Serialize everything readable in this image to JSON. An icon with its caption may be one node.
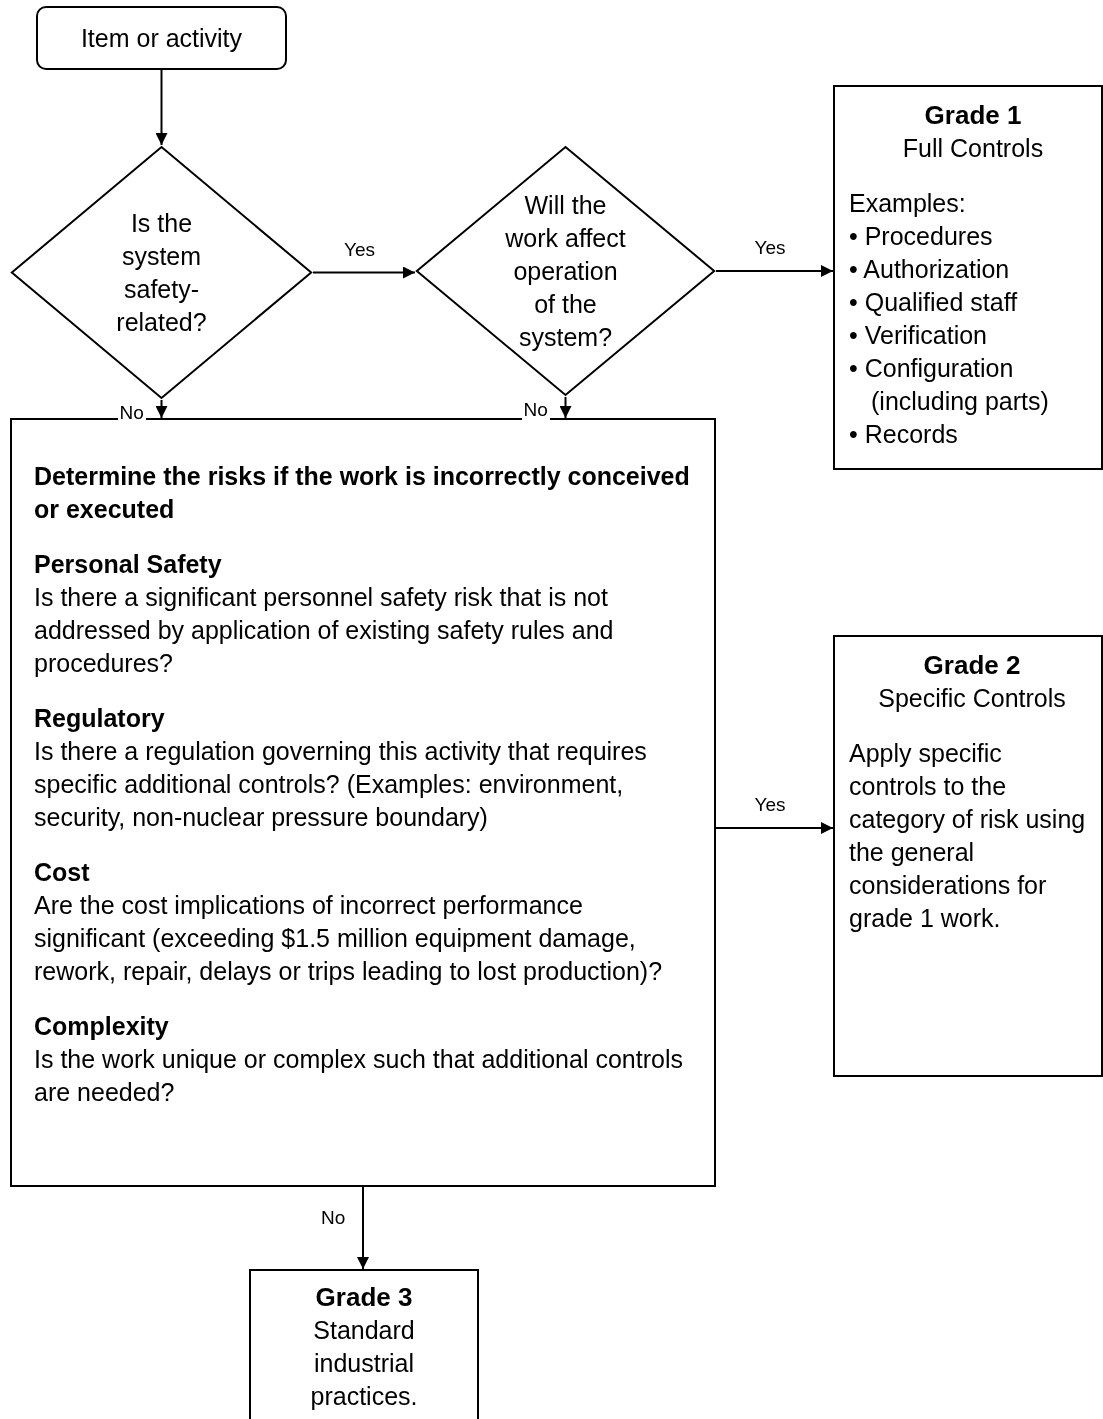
{
  "diagram": {
    "nodes": [
      {
        "text": [
          "Item or activity"
        ]
      },
      {
        "text": [
          "Is the system safety-related?"
        ]
      },
      {
        "text": [
          "Will the work affect operation of the system?"
        ]
      },
      {
        "text": [
          "Grade 1",
          "Full Controls",
          "Examples:",
          "• Procedures",
          "• Authorization",
          "• Qualified staff",
          "• Verification",
          "• Configuration (including parts)",
          "• Records"
        ]
      },
      {
        "text": [
          "Determine the risks if the work is incorrectly conceived or executed",
          "Personal Safety",
          "Is there a significant personnel safety risk that is not addressed by application of existing safety rules and procedures?",
          "Regulatory",
          "Is there a regulation governing this activity that requires specific additional controls? (Examples: environment, security, non-nuclear pressure boundary)",
          "Cost",
          "Are the cost implications of incorrect performance significant (exceeding $1.5 million equipment damage, rework, repair, delays or trips leading to lost production)?",
          "Complexity",
          "Is the work unique or complex such that additional controls are needed?"
        ]
      },
      {
        "text": [
          "Grade 2",
          "Specific Controls",
          "Apply specific controls to the category of risk using the general considerations for grade 1 work."
        ]
      },
      {
        "text": [
          "Grade 3",
          "Standard industrial practices."
        ]
      }
    ],
    "edges": [
      {
        "from": 0,
        "to": 1,
        "arrow": "to"
      },
      {
        "from": 1,
        "to": 2,
        "arrow": "to",
        "label": "Yes"
      },
      {
        "from": 2,
        "to": 3,
        "arrow": "to",
        "label": "Yes"
      },
      {
        "from": 1,
        "to": 4,
        "arrow": "to",
        "label": "No"
      },
      {
        "from": 2,
        "to": 4,
        "arrow": "to",
        "label": "No"
      },
      {
        "from": 4,
        "to": 5,
        "arrow": "to",
        "label": "Yes"
      },
      {
        "from": 4,
        "to": 6,
        "arrow": "to",
        "label": "No"
      }
    ]
  }
}
